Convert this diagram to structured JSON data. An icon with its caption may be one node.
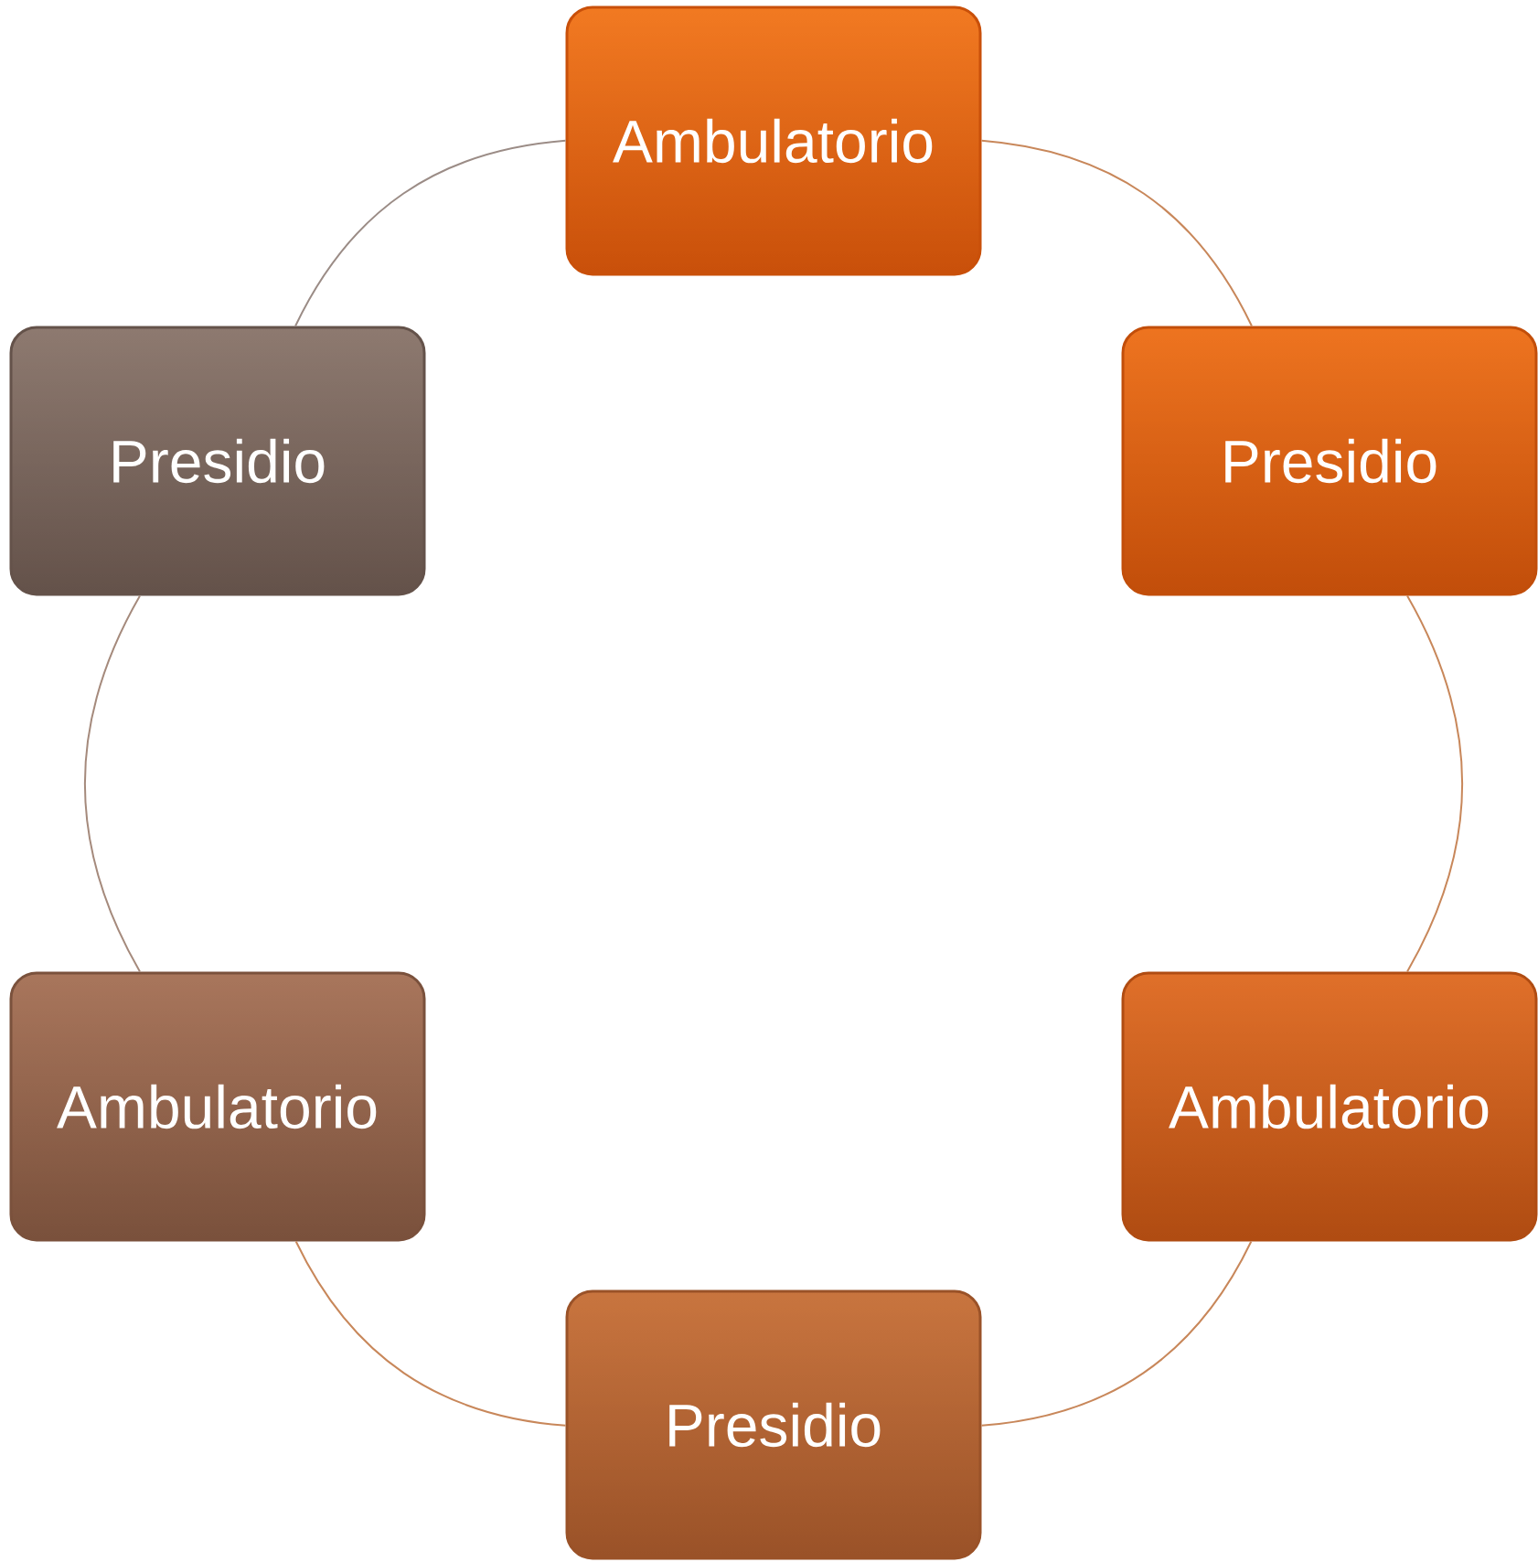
{
  "diagram": {
    "nodes": [
      {
        "text": [
          "Ambulatorio"
        ]
      },
      {
        "text": [
          "Presidio"
        ]
      },
      {
        "text": [
          "Ambulatorio"
        ]
      },
      {
        "text": [
          "Presidio"
        ]
      },
      {
        "text": [
          "Ambulatorio"
        ]
      },
      {
        "text": [
          "Presidio"
        ]
      }
    ],
    "edges": [
      {
        "from": 0,
        "to": 1,
        "arrow": "none"
      },
      {
        "from": 1,
        "to": 2,
        "arrow": "none"
      },
      {
        "from": 2,
        "to": 3,
        "arrow": "none"
      },
      {
        "from": 3,
        "to": 4,
        "arrow": "none"
      },
      {
        "from": 4,
        "to": 5,
        "arrow": "none",
        "color": "#a58a7c"
      },
      {
        "from": 5,
        "to": 0,
        "arrow": "none",
        "color": "#9b8c86"
      }
    ]
  }
}
